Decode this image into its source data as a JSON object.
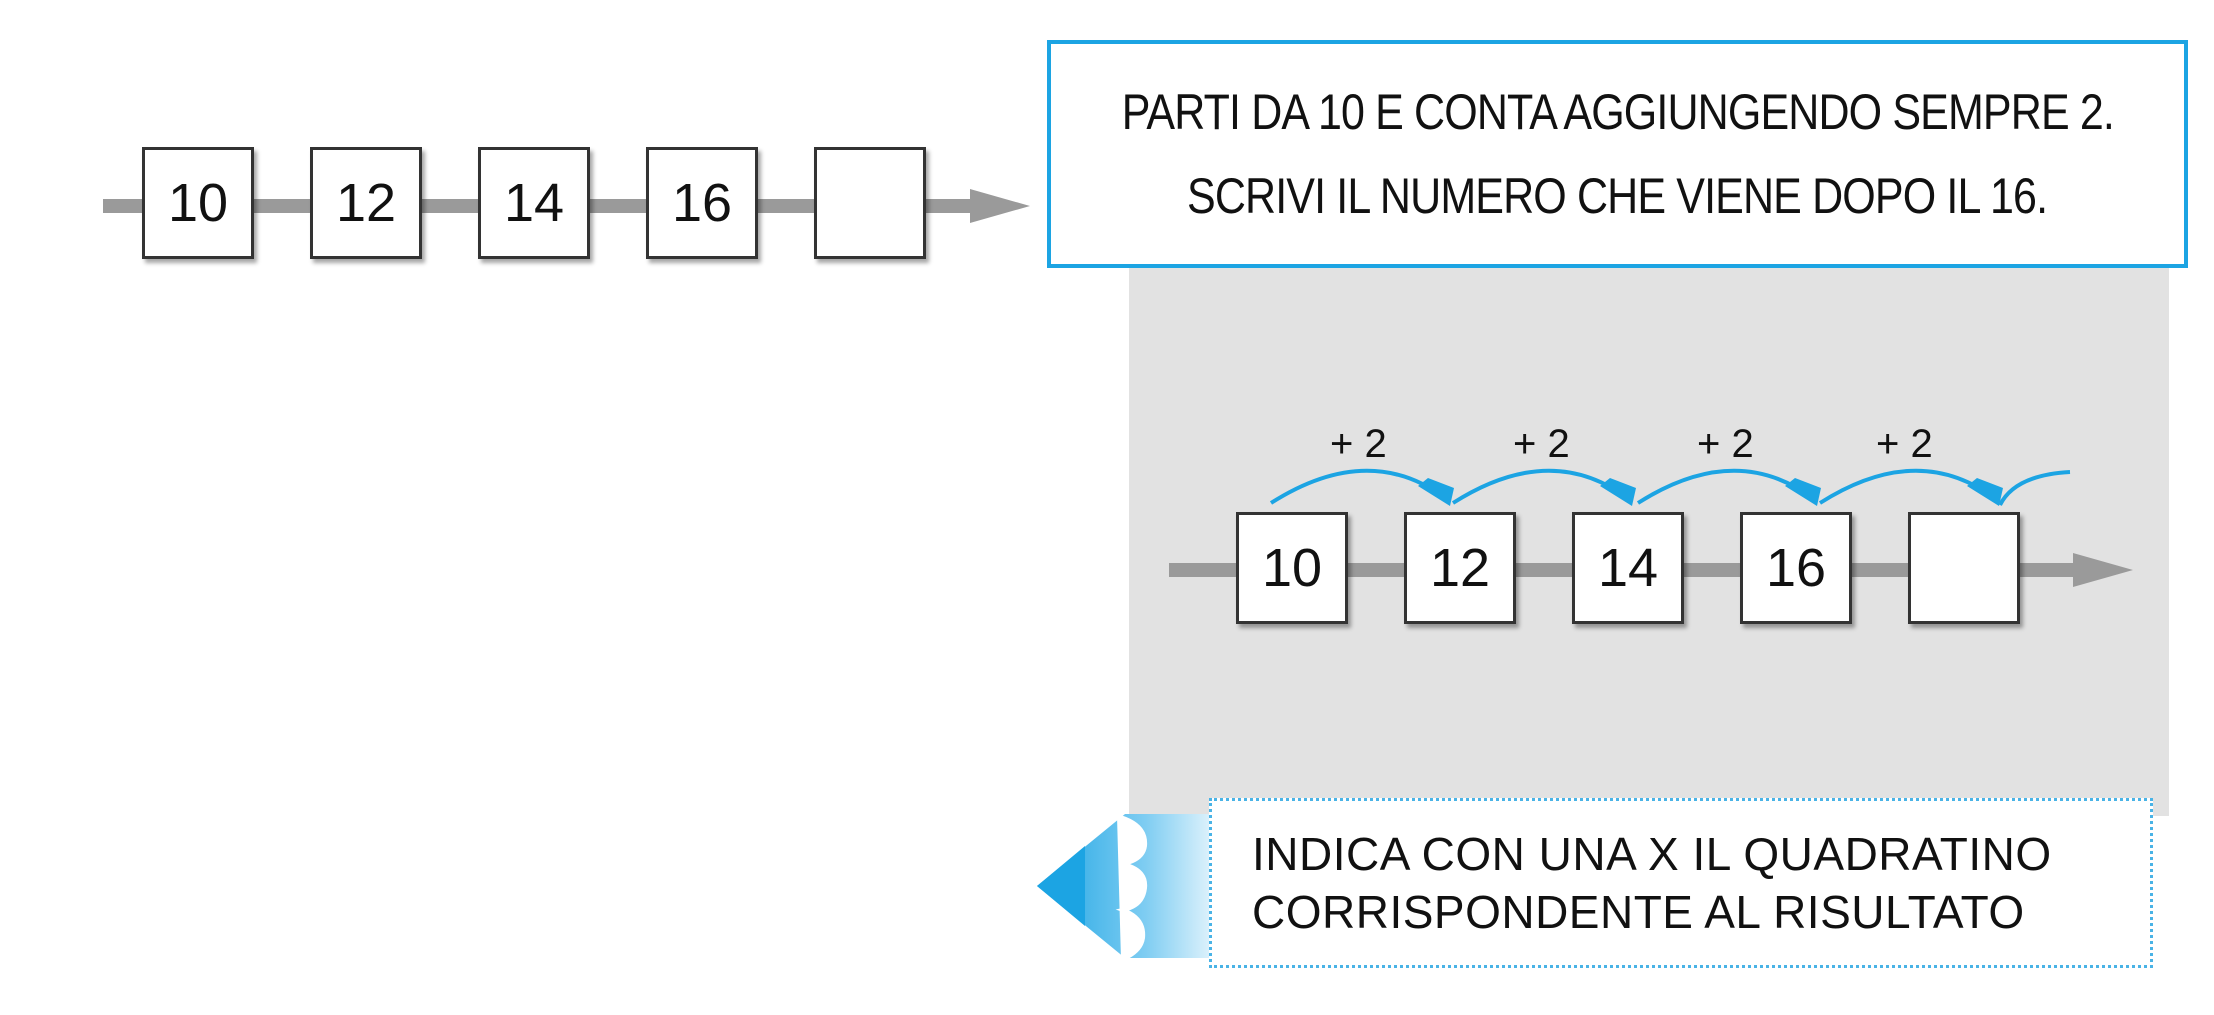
{
  "top_sequence": {
    "values": [
      "10",
      "12",
      "14",
      "16",
      ""
    ]
  },
  "instruction": {
    "line1": "PARTI DA 10 E CONTA AGGIUNGENDO SEMPRE 2.",
    "line2": "SCRIVI IL NUMERO CHE VIENE DOPO IL 16."
  },
  "solution_sequence": {
    "values": [
      "10",
      "12",
      "14",
      "16",
      ""
    ],
    "jump_labels": [
      "+ 2",
      "+ 2",
      "+ 2",
      "+ 2"
    ]
  },
  "hint": {
    "line1": "INDICA CON UNA X IL QUADRATINO",
    "line2": "CORRISPONDENTE AL RISULTATO",
    "icon": "pencil-icon"
  },
  "colors": {
    "accent_blue": "#1ca4e3",
    "line_gray": "#9a9a9a",
    "panel_gray": "#e2e2e2"
  }
}
